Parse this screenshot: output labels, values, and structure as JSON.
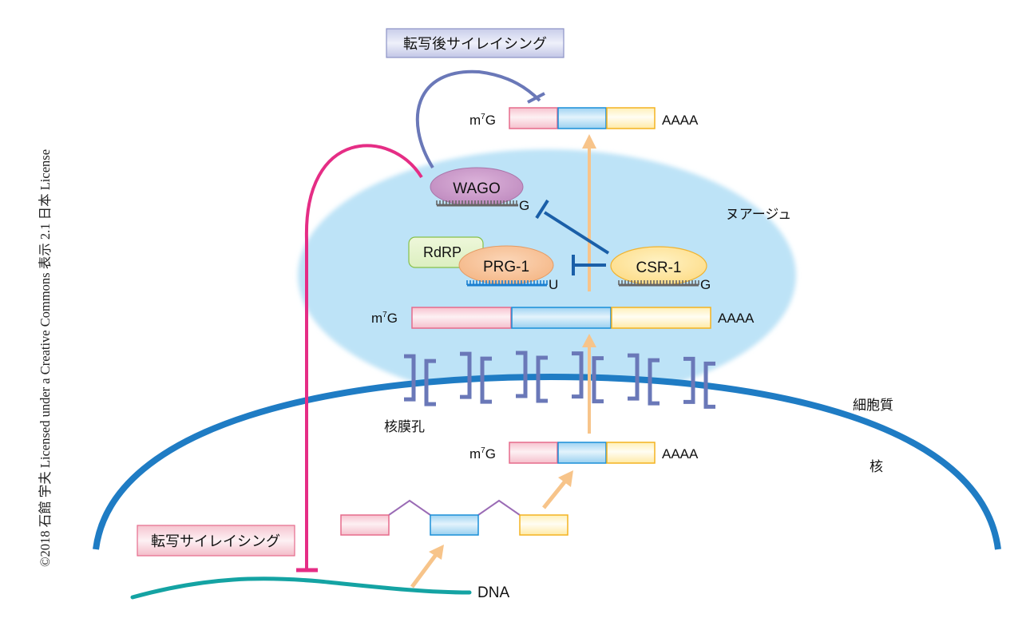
{
  "credit": "©2018 石館 宇夫 Licensed under a Creative Commons 表示 2.1 日本 License",
  "labels": {
    "post_transcriptional_silencing": "転写後サイレイシング",
    "transcriptional_silencing": "転写サイレイシング",
    "nuage": "ヌアージュ",
    "nuclear_pore": "核膜孔",
    "cytoplasm": "細胞質",
    "nucleus": "核",
    "dna": "DNA"
  },
  "mrna": {
    "cap": "m",
    "cap_sup": "7",
    "cap_end": "G",
    "tail": "AAAA"
  },
  "proteins": {
    "wago": {
      "name": "WAGO",
      "rna_end": "G"
    },
    "rdrp": {
      "name": "RdRP"
    },
    "prg1": {
      "name": "PRG-1",
      "rna_end": "U"
    },
    "csr1": {
      "name": "CSR-1",
      "rna_end": "G"
    }
  },
  "colors": {
    "nuclear_membrane": "#1f7cc4",
    "nuage": "#bde3f7",
    "dna": "#14a3a3",
    "transcriptional_silencing": "#e52d85",
    "post_transcriptional_silencing": "#6a78b8",
    "csr1_inhibition": "#1a5fa8",
    "process_arrow": "#f7c48a",
    "exon1": "#f5c6d0",
    "exon2": "#a9d8f3",
    "exon3": "#fff2c2",
    "pore": "#6a78b8",
    "intron": "#9a6bb5"
  }
}
